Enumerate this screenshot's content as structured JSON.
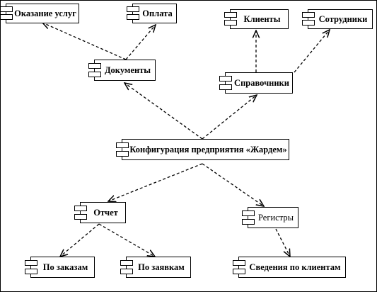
{
  "diagram": {
    "type": "component-diagram",
    "nodes": [
      {
        "id": "okazanie",
        "label": "Оказание услуг",
        "bold": true
      },
      {
        "id": "oplata",
        "label": "Оплата",
        "bold": true
      },
      {
        "id": "klienty",
        "label": "Клиенты",
        "bold": true
      },
      {
        "id": "sotrudniki",
        "label": "Сотрудники",
        "bold": true
      },
      {
        "id": "dokumenty",
        "label": "Документы",
        "bold": true
      },
      {
        "id": "spravochniki",
        "label": "Справочники",
        "bold": true
      },
      {
        "id": "config",
        "label": "Конфигурация предприятия «Жардем»",
        "bold": true
      },
      {
        "id": "otchet",
        "label": "Отчет",
        "bold": true
      },
      {
        "id": "registry",
        "label": "Регистры",
        "bold": false
      },
      {
        "id": "po_zakazam",
        "label": "По заказам",
        "bold": true
      },
      {
        "id": "po_zayavkam",
        "label": "По заявкам",
        "bold": true
      },
      {
        "id": "svedeniya",
        "label": "Сведения по клиентам",
        "bold": true
      }
    ],
    "edges": [
      {
        "from": "dokumenty",
        "to": "okazanie",
        "style": "dashed-arrow"
      },
      {
        "from": "dokumenty",
        "to": "oplata",
        "style": "dashed-arrow"
      },
      {
        "from": "spravochniki",
        "to": "klienty",
        "style": "dashed-arrow"
      },
      {
        "from": "spravochniki",
        "to": "sotrudniki",
        "style": "dashed-arrow"
      },
      {
        "from": "config",
        "to": "dokumenty",
        "style": "dashed-arrow"
      },
      {
        "from": "config",
        "to": "spravochniki",
        "style": "dashed-arrow"
      },
      {
        "from": "config",
        "to": "otchet",
        "style": "dashed-arrow"
      },
      {
        "from": "config",
        "to": "registry",
        "style": "dashed-arrow"
      },
      {
        "from": "otchet",
        "to": "po_zakazam",
        "style": "dashed-arrow"
      },
      {
        "from": "otchet",
        "to": "po_zayavkam",
        "style": "dashed-arrow"
      },
      {
        "from": "registry",
        "to": "svedeniya",
        "style": "dashed-arrow"
      }
    ]
  }
}
